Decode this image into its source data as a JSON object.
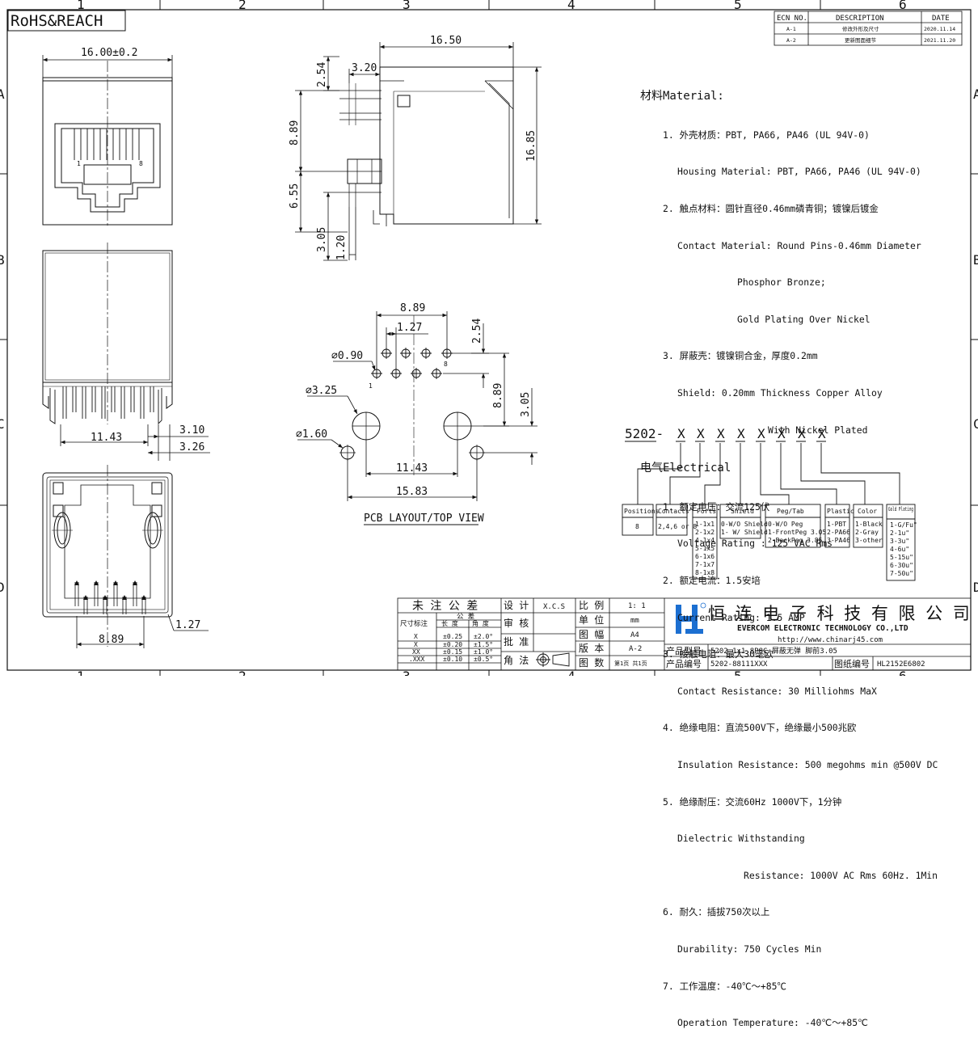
{
  "border": {
    "cols": [
      "1",
      "2",
      "3",
      "4",
      "5",
      "6"
    ],
    "rows": [
      "A",
      "B",
      "C",
      "D"
    ]
  },
  "title_mark": "RoHS&REACH",
  "revision_table": {
    "headers": [
      "ECN NO.",
      "DESCRIPTION",
      "DATE"
    ],
    "rows": [
      [
        "A-1",
        "修改外形及尺寸",
        "2020.11.14"
      ],
      [
        "A-2",
        "更新图面细节",
        "2021.11.20"
      ]
    ]
  },
  "dims": {
    "front_width": "16.00±0.2",
    "side_length": "16.50",
    "side_height": "16.85",
    "d_254": "2.54",
    "d_320": "3.20",
    "d_889": "8.89",
    "d_655": "6.55",
    "d_305": "3.05",
    "d_120": "1.20",
    "back_1143": "11.43",
    "back_310": "3.10",
    "back_326": "3.26",
    "bottom_889": "8.89",
    "bottom_127": "1.27",
    "pcb_889_top": "8.89",
    "pcb_127": "1.27",
    "pcb_254": "2.54",
    "pcb_090": "⌀0.90",
    "pcb_325": "⌀3.25",
    "pcb_160": "⌀1.60",
    "pcb_889_v": "8.89",
    "pcb_305_v": "3.05",
    "pcb_1143": "11.43",
    "pcb_1583": "15.83",
    "pin1": "1",
    "pin8": "8",
    "front_pin1": "1",
    "front_pin8": "8"
  },
  "pcb_title": "PCB LAYOUT/TOP VIEW",
  "notes": {
    "material_head": "材料Material:",
    "m1a": "1. 外壳材质：PBT, PA66, PA46 (UL 94V-0)",
    "m1b": "Housing Material: PBT, PA66, PA46 (UL 94V-0)",
    "m2a": "2. 触点材料：圆针直径0.46mm磷青铜；镀镍后镀金",
    "m2b": "Contact Material: Round Pins-0.46mm Diameter",
    "m2c": "Phosphor Bronze;",
    "m2d": "Gold Plating Over Nickel",
    "m3a": "3. 屏蔽壳：镀镍铜合金，厚度0.2mm",
    "m3b": "Shield: 0.20mm Thickness Copper Alloy",
    "m3c": "With Nickel Plated",
    "electrical_head": "电气Electrical",
    "e1a": "1. 额定电压：交流125伏",
    "e1b": "Voltage Rating : 125 VAC Rms",
    "e2a": "2. 额定电流：1.5安培",
    "e2b": "Current Rating: 1.5 AMP",
    "e3a": "3. 接触电阻：最大30毫欧",
    "e3b": "Contact Resistance: 30 Milliohms MaX",
    "e4a": "4. 绝缘电阻：直流500V下，绝缘最小500兆欧",
    "e4b": "Insulation Resistance: 500 megohms min @500V DC",
    "e5a": "5. 绝缘耐压：交流60Hz 1000V下，1分钟",
    "e5b": "Dielectric Withstanding",
    "e5c": "Resistance: 1000V AC Rms 60Hz. 1Min",
    "e6a": "6. 耐久：插拔750次以上",
    "e6b": "Durability: 750 Cycles Min",
    "e7a": "7. 工作温度：-40℃～+85℃",
    "e7b": "Operation Temperature: -40℃～+85℃"
  },
  "part_code": {
    "prefix": "5202-",
    "x": "X",
    "boxes": [
      {
        "title": "Positions",
        "lines": [
          "8"
        ]
      },
      {
        "title": "Contacts",
        "lines": [
          "2,4,6 or 8"
        ]
      },
      {
        "title": "Ports",
        "lines": [
          "1-1x1",
          "2-1x2",
          "4-1x4",
          "5-1x5",
          "6-1x6",
          "7-1x7",
          "8-1x8"
        ]
      },
      {
        "title": "Shield",
        "lines": [
          "0-W/O Shield",
          "1- W/ Shield"
        ]
      },
      {
        "title": "Peg/Tab",
        "lines": [
          "0-W/O  Peg",
          "1-FrontPeg 3.05",
          "2-BackPeg 3.85"
        ]
      },
      {
        "title": "Plastic",
        "lines": [
          "1-PBT",
          "2-PA66",
          "3-PA46"
        ]
      },
      {
        "title": "Color",
        "lines": [
          "1-Black",
          "2-Gray",
          "3-other"
        ]
      },
      {
        "title": "Gold Plating",
        "lines": [
          "1-G/Fu\"",
          "2-1u\"",
          "3-3u\"",
          "4-6u\"",
          "5-15u\"",
          "6-30u\"",
          "7-50u\""
        ]
      }
    ]
  },
  "tolerance": {
    "title": "未 注 公 差",
    "size_label": "尺寸标注",
    "sub_title": "公  差",
    "len_label": "长  度",
    "ang_label": "角  度",
    "rows": [
      [
        "X",
        "±0.25",
        "±2.0°"
      ],
      [
        "X",
        "±0.20",
        "±1.5°"
      ],
      [
        "XX",
        "±0.15",
        "±1.0°"
      ],
      [
        ".XXX",
        "±0.10",
        "±0.5°"
      ]
    ],
    "design": "设 计",
    "design_by": "X.C.S",
    "review": "审 核",
    "approve": "批 准",
    "projection": "角 法"
  },
  "specs": [
    [
      "比 例",
      "1: 1"
    ],
    [
      "单 位",
      "mm"
    ],
    [
      "图 幅",
      "A4"
    ],
    [
      "版 本",
      "A-2"
    ],
    [
      "图 数",
      "第1页 共1页"
    ]
  ],
  "company": {
    "logo_letters": "HL",
    "name_cn": "恒 连 电 子 科 技 有 限 公 司",
    "name_en": "EVERCOM ELECTRONIC TECHNOLOGY CO.,LTD",
    "website": "http://www.chinarj45.com",
    "model_label": "产品型号",
    "model_value": "5202 1×1 8P8C 屏蔽无弹 脚前3.05",
    "code_label": "产品编号",
    "code_value": "5202-88111XXX",
    "drawing_label": "图纸编号",
    "drawing_value": "HL2152E6802"
  },
  "colors": {
    "ink": "#111111",
    "logo_blue": "#1c6fd1",
    "centerline": "#222222"
  }
}
